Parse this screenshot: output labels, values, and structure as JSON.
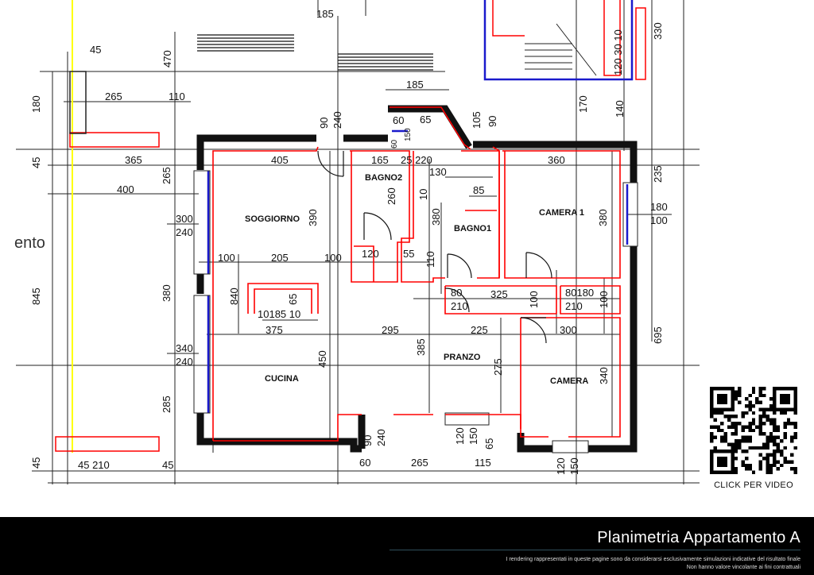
{
  "plan": {
    "partial_label": "ento",
    "rooms": {
      "soggiorno": "SOGGIORNO",
      "bagno2": "BAGNO2",
      "bagno1": "BAGNO1",
      "camera1": "CAMERA  1",
      "cucina": "CUCINA",
      "pranzo": "PRANZO",
      "camera": "CAMERA"
    },
    "dimensions": [
      "185",
      "470",
      "45",
      "180",
      "265",
      "110",
      "45",
      "365",
      "400",
      "265",
      "300",
      "240",
      "845",
      "380",
      "340",
      "240",
      "285",
      "45",
      "45 210",
      "45",
      "185",
      "330",
      "120 30 10",
      "170",
      "140",
      "90",
      "240",
      "60",
      "65",
      "105",
      "90",
      "405",
      "165",
      "25 220",
      "360",
      "235",
      "130",
      "260",
      "10",
      "85",
      "380",
      "390",
      "380",
      "180",
      "100",
      "100",
      "205",
      "100",
      "120",
      "55",
      "110",
      "840",
      "65",
      "10185 10",
      "375",
      "295",
      "225",
      "300",
      "325",
      "80",
      "210",
      "80180",
      "210",
      "100",
      "100",
      "695",
      "385",
      "450",
      "275",
      "340",
      "120",
      "150",
      "65",
      "90",
      "240",
      "60",
      "265",
      "115",
      "120",
      "150",
      "150",
      "60"
    ]
  },
  "qr": {
    "label": "CLICK PER VIDEO"
  },
  "footer": {
    "title": "Planimetria Appartamento A",
    "disclaimer_1": "I rendering rappresentati in queste pagine sono da considerarsi esclusivamente simulazioni indicative del risultato finale",
    "disclaimer_2": "Non hanno valore vincolante ai fini contrattuali"
  },
  "colors": {
    "wall": "#111111",
    "inner": "#ff0000",
    "window": "#1a1acc",
    "axis": "#ffff00",
    "footer_bg": "#000000"
  }
}
